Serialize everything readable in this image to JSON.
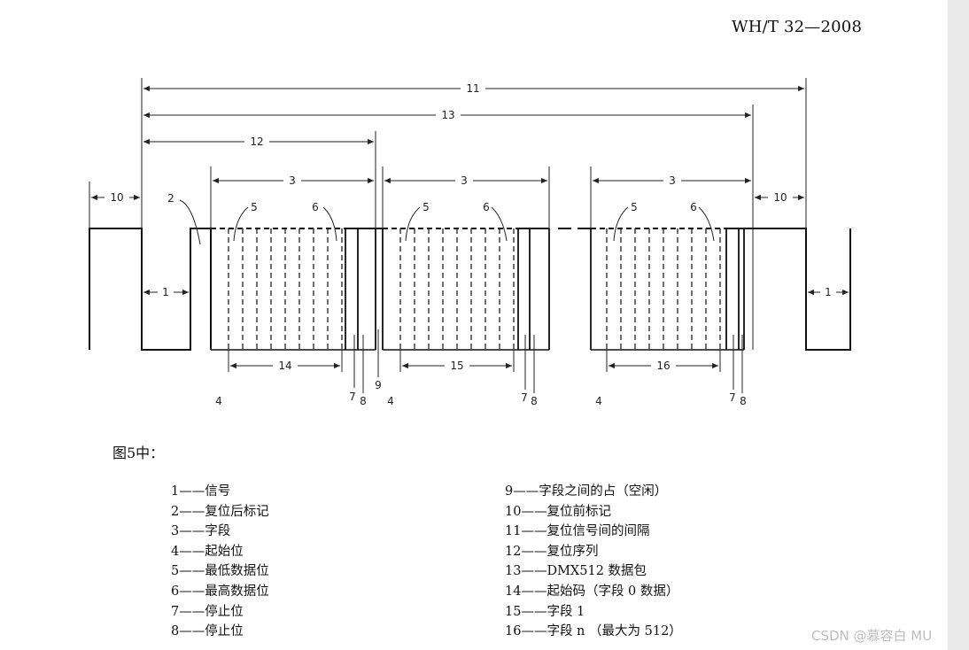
{
  "header": {
    "standard_code": "WH/T  32—2008"
  },
  "figure": {
    "labels": {
      "l1": "1",
      "l2": "2",
      "l3": "3",
      "l4": "4",
      "l5": "5",
      "l6": "6",
      "l7": "7",
      "l8": "8",
      "l9": "9",
      "l10": "10",
      "l11": "11",
      "l12": "12",
      "l13": "13",
      "l14": "14",
      "l15": "15",
      "l16": "16"
    }
  },
  "caption": "图5中：",
  "legend": {
    "left": [
      "1——信号",
      "2——复位后标记",
      "3——字段",
      "4——起始位",
      "5——最低数据位",
      "6——最高数据位",
      "7——停止位",
      "8——停止位"
    ],
    "right": [
      "9——字段之间的占（空闲）",
      "10——复位前标记",
      "11——复位信号间的间隔",
      "12——复位序列",
      "13——DMX512 数据包",
      "14——起始码（字段 0 数据）",
      "15——字段 1",
      "16——字段 n （最大为 512）"
    ]
  },
  "watermark": "CSDN @慕容白 MU"
}
